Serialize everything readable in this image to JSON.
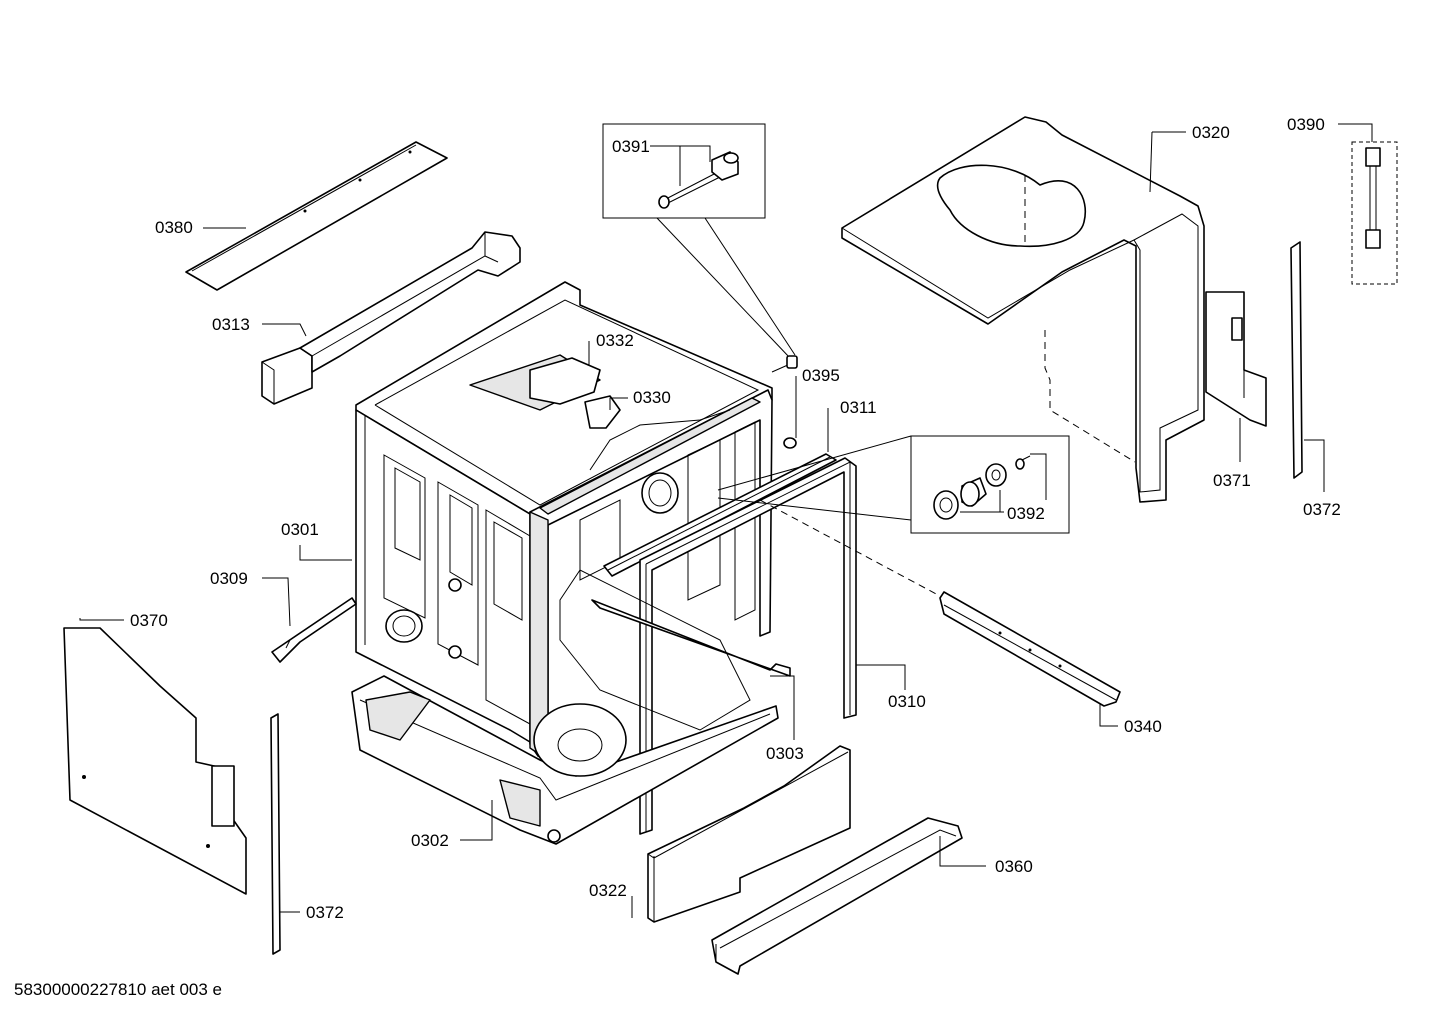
{
  "diagram": {
    "type": "exploded-parts-view",
    "footer_code": "58300000227810 aet 003 e",
    "labels": {
      "p0380": "0380",
      "p0313": "0313",
      "p0391": "0391",
      "p0332": "0332",
      "p0330": "0330",
      "p0395": "0395",
      "p0311": "0311",
      "p0320": "0320",
      "p0390": "0390",
      "p0301": "0301",
      "p0309": "0309",
      "p0370": "0370",
      "p0392": "0392",
      "p0371": "0371",
      "p0372_right": "0372",
      "p0310": "0310",
      "p0340": "0340",
      "p0303": "0303",
      "p0302": "0302",
      "p0360": "0360",
      "p0322": "0322",
      "p0372_left": "0372"
    }
  }
}
